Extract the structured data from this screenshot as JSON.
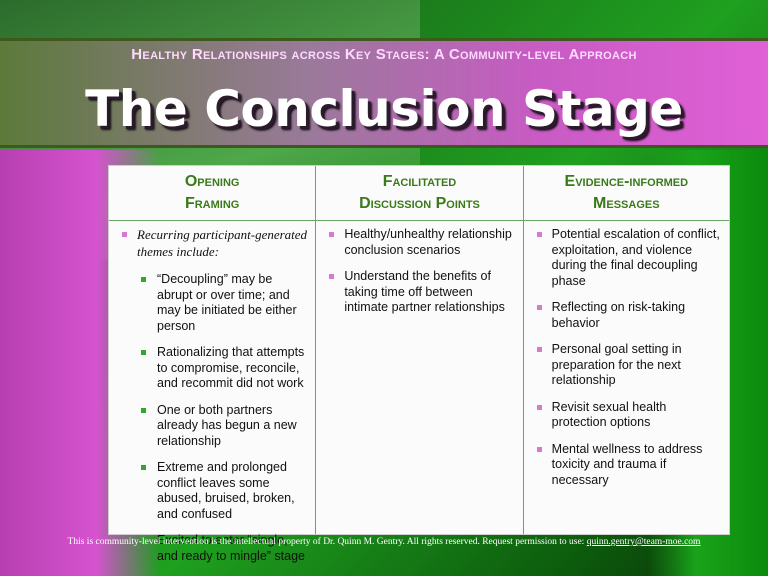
{
  "header": {
    "subtitle": "Healthy Relationships across Key Stages: A Community-level Approach",
    "title": "The Conclusion Stage"
  },
  "columns": [
    {
      "heading_line1": "Opening",
      "heading_line2": "Framing",
      "intro": "Recurring participant-generated themes include:",
      "items": [
        "“Decoupling” may be abrupt or over time; and may be initiated be either person",
        "Rationalizing that attempts to compromise, reconcile, and recommit did not work",
        "One or both partners already has begun a new relationship",
        "Extreme and prolonged conflict leaves some abused, bruised, broken, and confused",
        "Excited to enter “single, and ready to mingle” stage"
      ]
    },
    {
      "heading_line1": "Facilitated",
      "heading_line2": "Discussion Points",
      "items": [
        "Healthy/unhealthy relationship conclusion scenarios",
        "Understand the benefits of taking time off between intimate partner relationships"
      ]
    },
    {
      "heading_line1": "Evidence-informed",
      "heading_line2": "Messages",
      "items": [
        "Potential escalation of conflict, exploitation, and violence during the final decoupling phase",
        "Reflecting on risk-taking behavior",
        "Personal goal setting in preparation for the next relationship",
        "Revisit sexual health protection options",
        "Mental wellness to address toxicity and trauma if necessary"
      ]
    }
  ],
  "footer": {
    "text": "This is community-level intervention is the intellectual property of Dr. Quinn M. Gentry.  All rights reserved.  Request permission to use: ",
    "email": "quinn.gentry@team-moe.com"
  }
}
